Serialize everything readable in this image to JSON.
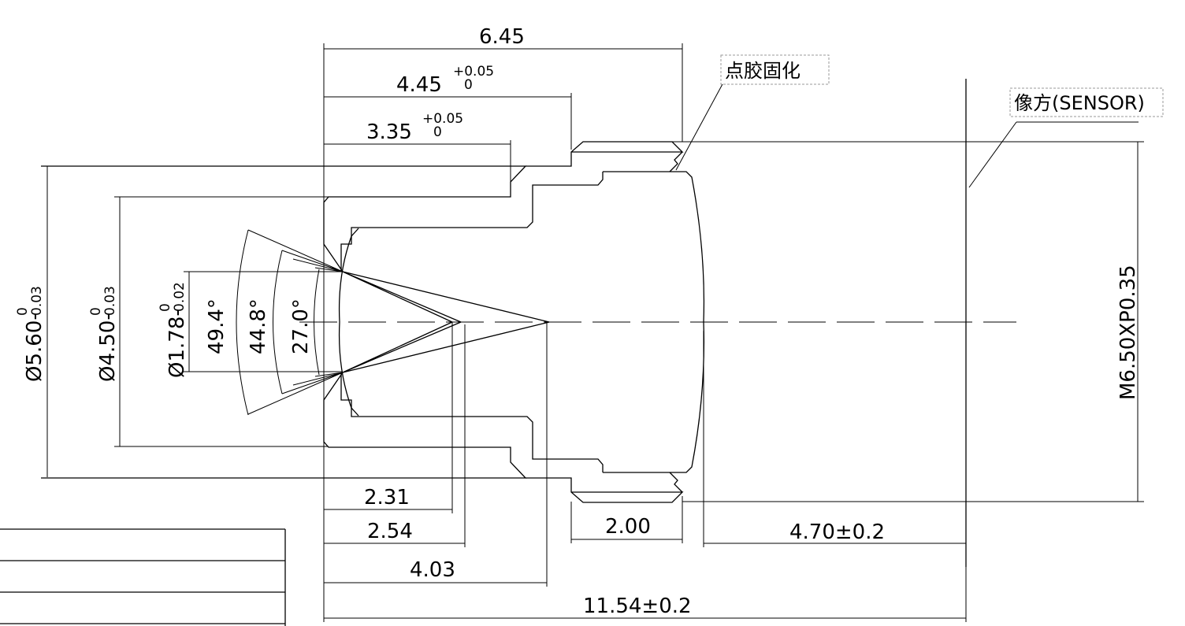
{
  "dimensions": {
    "top": {
      "overall": "6.45",
      "d445": "4.45",
      "d445_tol_upper": "+0.05",
      "d445_tol_lower": "0",
      "d335": "3.35",
      "d335_tol_upper": "+0.05",
      "d335_tol_lower": "0"
    },
    "left": {
      "d560": "Ø5.60-",
      "d560_tol_upper": "0",
      "d560_tol_lower": "0.03",
      "d450": "Ø4.50-",
      "d450_tol_upper": "0",
      "d450_tol_lower": "0.03",
      "d178": "Ø1.78-",
      "d178_tol_upper": "0",
      "d178_tol_lower": "0.02"
    },
    "angles": {
      "a1": "49.4°",
      "a2": "44.8°",
      "a3": "27.0°"
    },
    "bottom": {
      "d231": "2.31",
      "d254": "2.54",
      "d403": "4.03",
      "d200": "2.00",
      "d470": "4.70±0.2",
      "overall": "11.54±0.2"
    },
    "thread": "M6.50XP0.35"
  },
  "labels": {
    "glue": "点胶固化",
    "sensor": "像方(SENSOR)"
  }
}
